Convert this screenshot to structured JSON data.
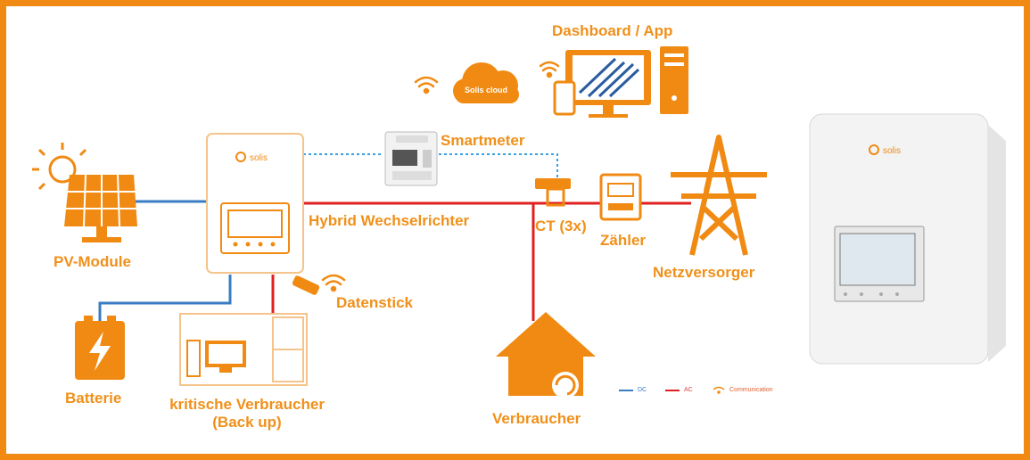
{
  "labels": {
    "dashboard": "Dashboard / App",
    "cloud": "Solis cloud",
    "smartmeter": "Smartmeter",
    "inverter": "Hybrid Wechselrichter",
    "ct": "CT (3x)",
    "meter": "Zähler",
    "grid": "Netzversorger",
    "pv": "PV-Module",
    "datastick": "Datenstick",
    "battery": "Batterie",
    "critical_line1": "kritische Verbraucher",
    "critical_line2": "(Back up)",
    "consumer": "Verbraucher",
    "brand": "solis"
  },
  "legend": {
    "dc": "DC",
    "ac": "AC",
    "comm": "Communication"
  },
  "colors": {
    "accent": "#f08a12",
    "dc_line": "#3a7cc4",
    "ac_line": "#e02020",
    "comm_line": "#3aa0e0"
  }
}
